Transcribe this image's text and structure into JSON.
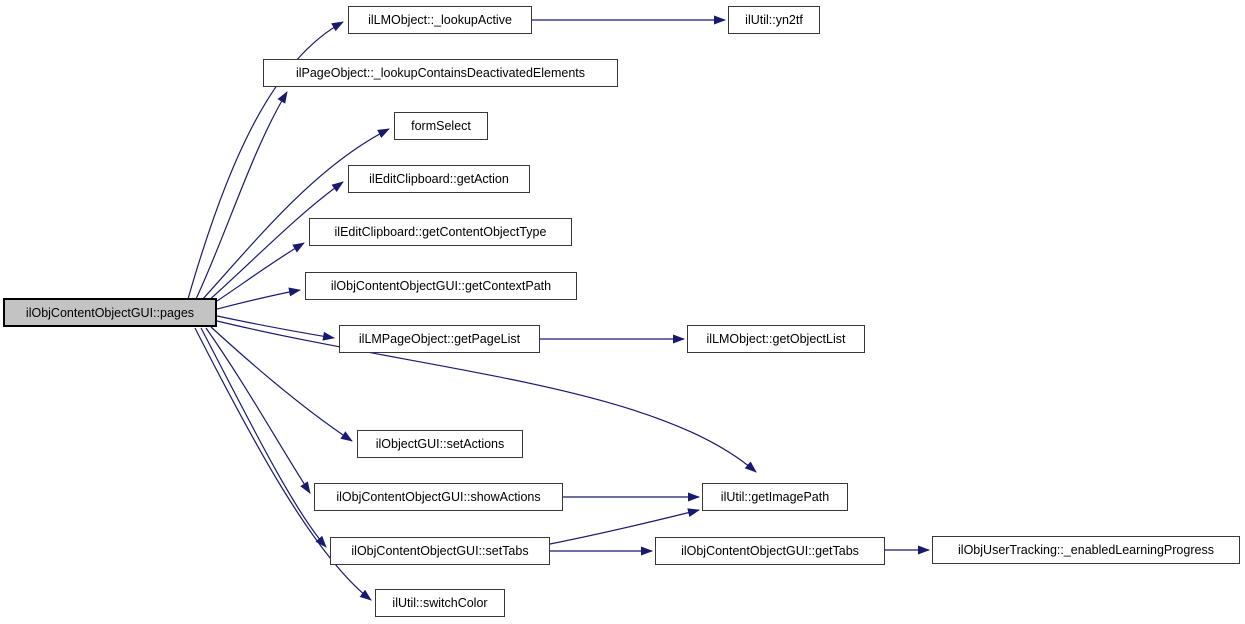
{
  "diagram": {
    "type": "call-graph",
    "edge_color": "#191970",
    "root_fill": "#c3c3c3",
    "node_fill": "#ffffff",
    "node_border_color": "#383838",
    "nodes": [
      {
        "id": "pages",
        "label": "ilObjContentObjectGUI::pages",
        "root": true
      },
      {
        "id": "lookup-active",
        "label": "ilLMObject::_lookupActive",
        "root": false
      },
      {
        "id": "yn2tf",
        "label": "ilUtil::yn2tf",
        "root": false
      },
      {
        "id": "lookup-contains-deactivated-elements",
        "label": "ilPageObject::_lookupContainsDeactivatedElements",
        "root": false
      },
      {
        "id": "form-select",
        "label": "formSelect",
        "root": false
      },
      {
        "id": "get-action",
        "label": "ilEditClipboard::getAction",
        "root": false
      },
      {
        "id": "get-content-object-type",
        "label": "ilEditClipboard::getContentObjectType",
        "root": false
      },
      {
        "id": "get-context-path",
        "label": "ilObjContentObjectGUI::getContextPath",
        "root": false
      },
      {
        "id": "get-page-list",
        "label": "ilLMPageObject::getPageList",
        "root": false
      },
      {
        "id": "get-object-list",
        "label": "ilLMObject::getObjectList",
        "root": false
      },
      {
        "id": "set-actions",
        "label": "ilObjectGUI::setActions",
        "root": false
      },
      {
        "id": "show-actions",
        "label": "ilObjContentObjectGUI::showActions",
        "root": false
      },
      {
        "id": "get-image-path",
        "label": "ilUtil::getImagePath",
        "root": false
      },
      {
        "id": "set-tabs",
        "label": "ilObjContentObjectGUI::setTabs",
        "root": false
      },
      {
        "id": "get-tabs",
        "label": "ilObjContentObjectGUI::getTabs",
        "root": false
      },
      {
        "id": "enabled-learning-progress",
        "label": "ilObjUserTracking::_enabledLearningProgress",
        "root": false
      },
      {
        "id": "switch-color",
        "label": "ilUtil::switchColor",
        "root": false
      }
    ],
    "edges": [
      {
        "from": "pages",
        "to": "lookup-active"
      },
      {
        "from": "pages",
        "to": "lookup-contains-deactivated-elements"
      },
      {
        "from": "pages",
        "to": "form-select"
      },
      {
        "from": "pages",
        "to": "get-action"
      },
      {
        "from": "pages",
        "to": "get-content-object-type"
      },
      {
        "from": "pages",
        "to": "get-context-path"
      },
      {
        "from": "pages",
        "to": "get-page-list"
      },
      {
        "from": "pages",
        "to": "get-image-path"
      },
      {
        "from": "pages",
        "to": "set-actions"
      },
      {
        "from": "pages",
        "to": "show-actions"
      },
      {
        "from": "pages",
        "to": "set-tabs"
      },
      {
        "from": "pages",
        "to": "switch-color"
      },
      {
        "from": "lookup-active",
        "to": "yn2tf"
      },
      {
        "from": "get-page-list",
        "to": "get-object-list"
      },
      {
        "from": "show-actions",
        "to": "get-image-path"
      },
      {
        "from": "set-tabs",
        "to": "get-image-path"
      },
      {
        "from": "set-tabs",
        "to": "get-tabs"
      },
      {
        "from": "get-tabs",
        "to": "enabled-learning-progress"
      }
    ]
  }
}
